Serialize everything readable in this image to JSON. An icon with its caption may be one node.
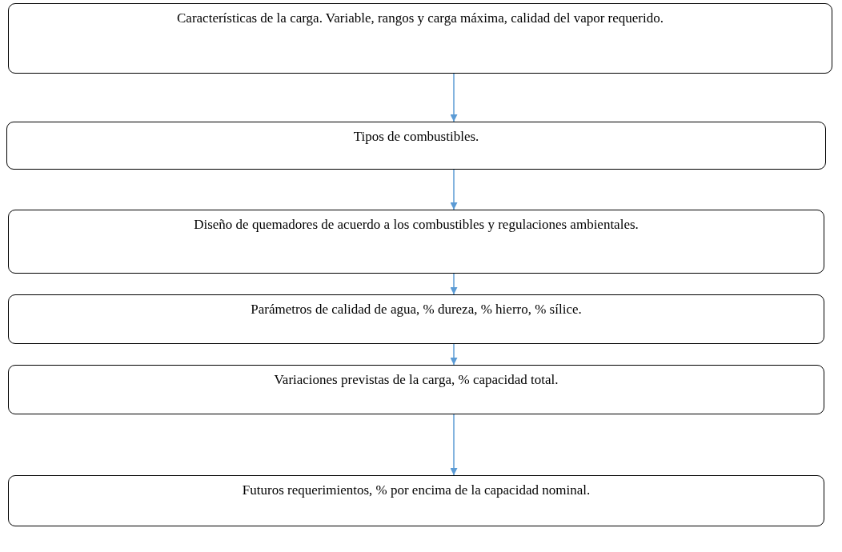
{
  "diagram": {
    "nodes": [
      {
        "text": [
          "Características de la carga. Variable, rangos y carga máxima, calidad del vapor requerido."
        ]
      },
      {
        "text": [
          "Tipos de combustibles."
        ]
      },
      {
        "text": [
          "Diseño de quemadores de acuerdo a los combustibles y regulaciones ambientales."
        ]
      },
      {
        "text": [
          "Parámetros de calidad de agua, % dureza, % hierro, % sílice."
        ]
      },
      {
        "text": [
          "Variaciones previstas de la carga, % capacidad total."
        ]
      },
      {
        "text": [
          "Futuros requerimientos, % por encima de la capacidad nominal."
        ]
      }
    ],
    "edges": [
      {
        "from": 0,
        "to": 1,
        "arrow": "to"
      },
      {
        "from": 1,
        "to": 2,
        "arrow": "to"
      },
      {
        "from": 2,
        "to": 3,
        "arrow": "to"
      },
      {
        "from": 3,
        "to": 4,
        "arrow": "to"
      },
      {
        "from": 4,
        "to": 5,
        "arrow": "to"
      }
    ]
  }
}
